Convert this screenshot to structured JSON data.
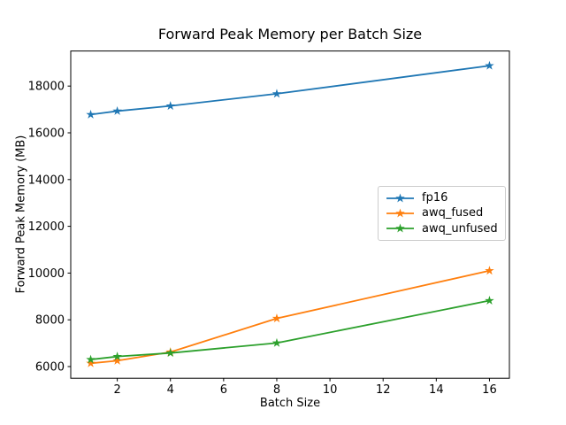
{
  "chart_data": {
    "type": "line",
    "title": "Forward Peak Memory per Batch Size",
    "xlabel": "Batch Size",
    "ylabel": "Forward Peak Memory (MB)",
    "x": [
      1,
      2,
      4,
      8,
      16
    ],
    "series": [
      {
        "name": "fp16",
        "color": "#1f77b4",
        "values": [
          16780,
          16930,
          17150,
          17670,
          18870
        ]
      },
      {
        "name": "awq_fused",
        "color": "#ff7f0e",
        "values": [
          6140,
          6250,
          6620,
          8060,
          10100
        ]
      },
      {
        "name": "awq_unfused",
        "color": "#2ca02c",
        "values": [
          6300,
          6430,
          6580,
          7010,
          8820
        ]
      }
    ],
    "xticks": [
      2,
      4,
      6,
      8,
      10,
      12,
      14,
      16
    ],
    "yticks": [
      6000,
      8000,
      10000,
      12000,
      14000,
      16000,
      18000
    ],
    "xlim": [
      0.25,
      16.75
    ],
    "ylim": [
      5500,
      19500
    ],
    "marker": "star",
    "grid": false,
    "legend_position": "center right",
    "axis_color": "#000000",
    "background_color": "#ffffff"
  }
}
